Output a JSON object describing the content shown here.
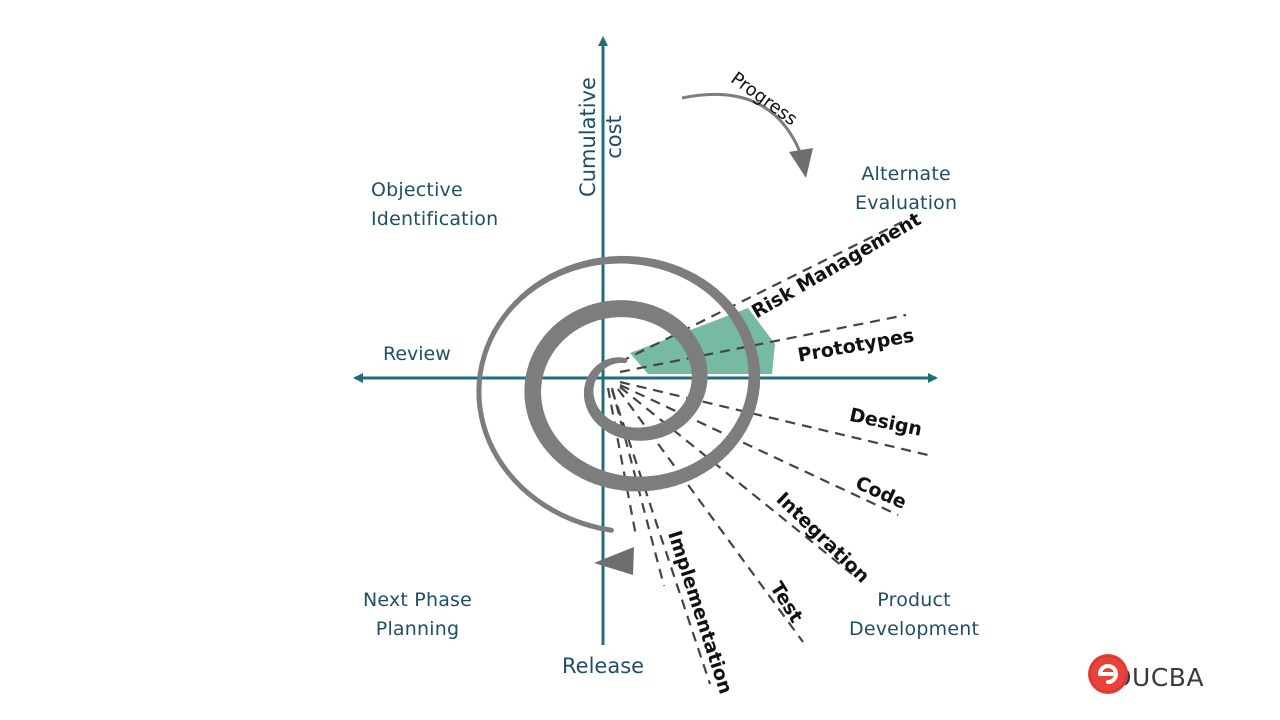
{
  "diagram": {
    "axes": {
      "cumulative_cost_line1": "Cumulative",
      "cumulative_cost_line2": "cost",
      "review": "Review",
      "release": "Release"
    },
    "quadrants": {
      "objective": [
        "Objective",
        "Identification"
      ],
      "alternate": [
        "Alternate",
        "Evaluation"
      ],
      "next_phase": [
        "Next Phase",
        "Planning"
      ],
      "product": [
        "Product",
        "Development"
      ]
    },
    "progress": "Progress",
    "phases": [
      "Risk Management",
      "Prototypes",
      "Design",
      "Code",
      "Integration",
      "Test",
      "Implementation"
    ],
    "colors": {
      "axis": "#1f6f78",
      "spiral": "#7d7d7d",
      "highlight": "#5fae94",
      "text_blue": "#1f4e66",
      "brand_red": "#e8433a"
    }
  },
  "brand": {
    "name": "EDUCBA",
    "icon": "educba-logo-icon"
  }
}
